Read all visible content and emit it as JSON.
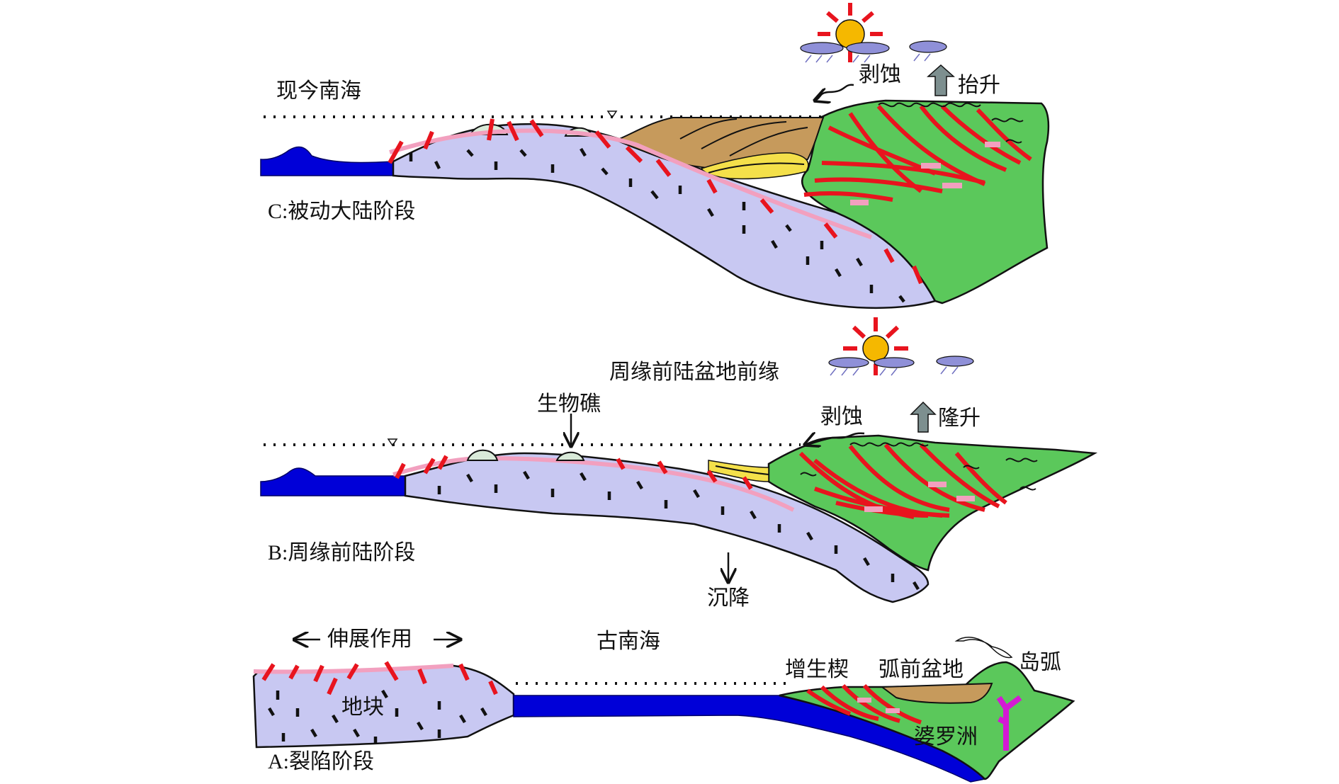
{
  "panels": {
    "c": {
      "caption": "C:被动大陆阶段",
      "sea_label": "现今南海",
      "erosion_label": "剥蚀",
      "uplift_label": "抬升"
    },
    "b": {
      "caption": "B:周缘前陆阶段",
      "foreland_label": "周缘前陆盆地前缘",
      "reef_label": "生物礁",
      "erosion_label": "剥蚀",
      "uplift_label": "隆升",
      "subsidence_label": "沉降"
    },
    "a": {
      "caption": "A:裂陷阶段",
      "extension_label": "伸展作用",
      "sea_label": "古南海",
      "block_label": "地块",
      "wedge_label": "增生楔",
      "forearc_label": "弧前盆地",
      "arc_label": "岛弧",
      "borneo_label": "婆罗洲"
    }
  },
  "colors": {
    "crust": "#c8c8f2",
    "orogen": "#5bc85b",
    "ocean": "#0000d8",
    "sediment": "#c69a5c",
    "sand": "#f4e04a",
    "fault": "#e8141e",
    "pink_layer": "#f2a0bf",
    "sun": "#f5b800",
    "arrow_up": "#7d8f8f"
  }
}
